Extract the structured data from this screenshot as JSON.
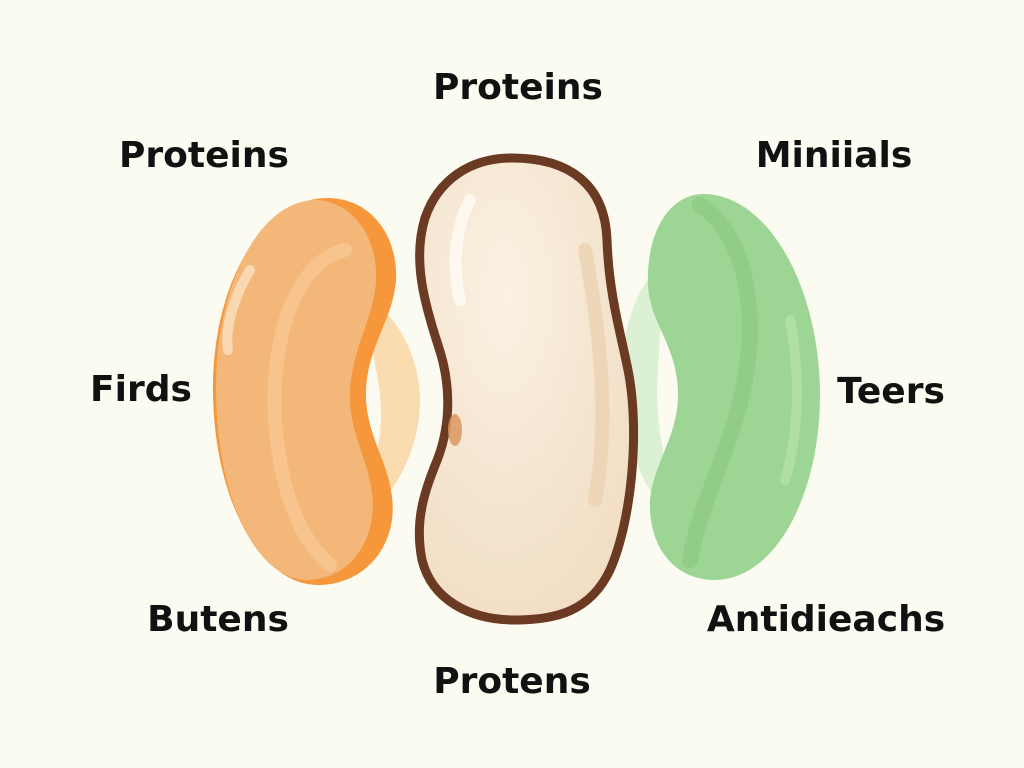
{
  "labels": {
    "top_center": "Proteins",
    "top_left": "Proteins",
    "top_right": "Miniials",
    "mid_left": "Firds",
    "mid_right": "Teers",
    "bottom_left": "Butens",
    "bottom_right": "Antidieachs",
    "bottom_center": "Protens"
  },
  "beans": [
    {
      "name": "orange-bean",
      "fill": "#f4b77a",
      "edge": "#f5973a"
    },
    {
      "name": "cream-bean",
      "fill": "#f6e6cf",
      "outline": "#6b3a22"
    },
    {
      "name": "green-bean",
      "fill": "#9dd694",
      "edge": "#86c77c"
    }
  ],
  "colors": {
    "background": "#fcfbf1",
    "text": "#111111"
  }
}
